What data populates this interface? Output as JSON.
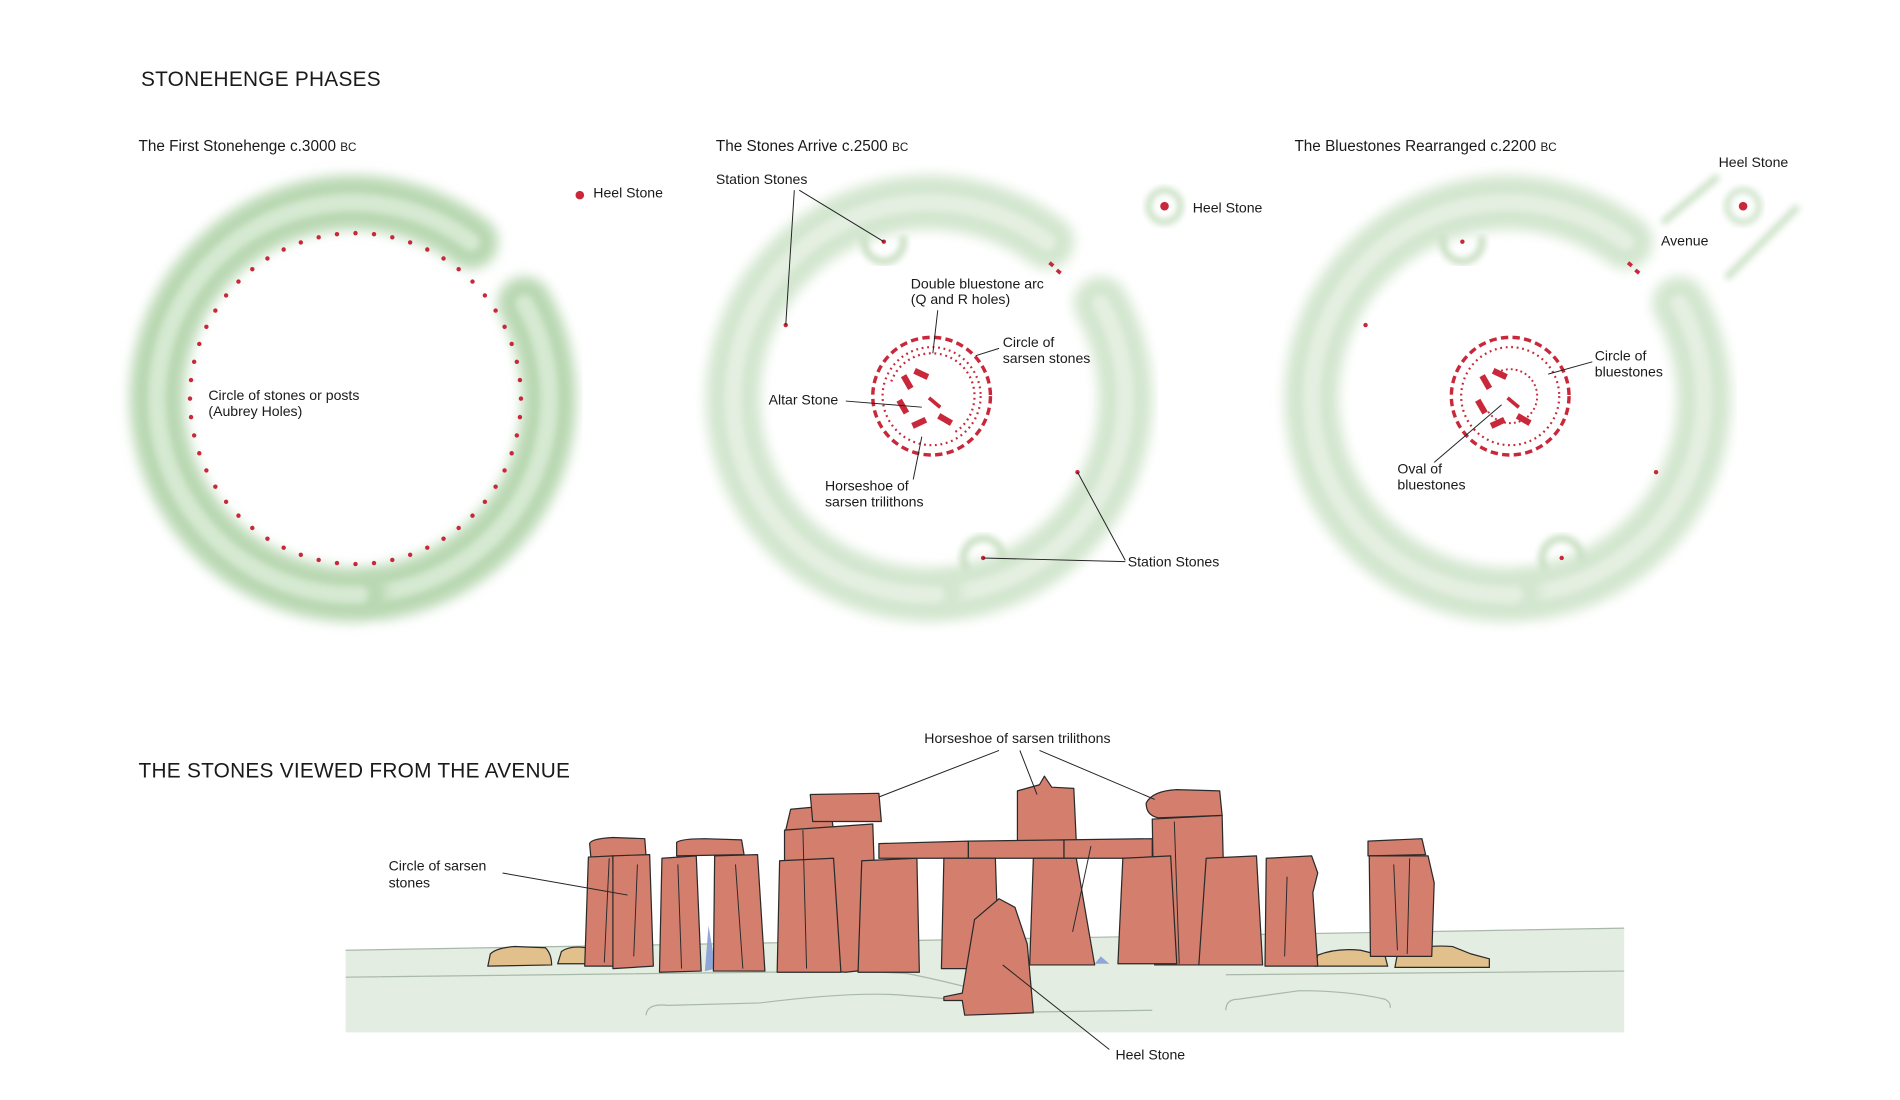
{
  "title": "STONEHENGE PHASES",
  "colors": {
    "stone": "#d47f6e",
    "marker": "#c8283a",
    "bank": "#b9d8b2",
    "ground": "#e3ede1",
    "bluestone": "#8fa6d6",
    "fallen": "#e2c08b"
  },
  "phases": [
    {
      "title": "The First Stonehenge c.3000",
      "era": "BC",
      "labels": {
        "heel_stone": "Heel Stone",
        "circle_line1": "Circle of stones or posts",
        "circle_line2": "(Aubrey Holes)"
      }
    },
    {
      "title": "The Stones Arrive c.2500",
      "era": "BC",
      "labels": {
        "station_stones_top": "Station Stones",
        "heel_stone": "Heel Stone",
        "double_arc_line1": "Double bluestone arc",
        "double_arc_line2": "(Q and R holes)",
        "sarsen_circle_line1": "Circle of",
        "sarsen_circle_line2": "sarsen stones",
        "altar_stone": "Altar Stone",
        "horseshoe_line1": "Horseshoe of",
        "horseshoe_line2": "sarsen trilithons",
        "station_stones_bottom": "Station Stones"
      }
    },
    {
      "title": "The Bluestones Rearranged c.2200",
      "era": "BC",
      "labels": {
        "heel_stone": "Heel Stone",
        "avenue": "Avenue",
        "blue_circle_line1": "Circle of",
        "blue_circle_line2": "bluestones",
        "oval_line1": "Oval of",
        "oval_line2": "bluestones"
      }
    }
  ],
  "view": {
    "title": "THE STONES VIEWED FROM THE AVENUE",
    "labels": {
      "horseshoe": "Horseshoe of sarsen trilithons",
      "circle_line1": "Circle of sarsen",
      "circle_line2": "stones",
      "heel_stone": "Heel Stone"
    }
  }
}
